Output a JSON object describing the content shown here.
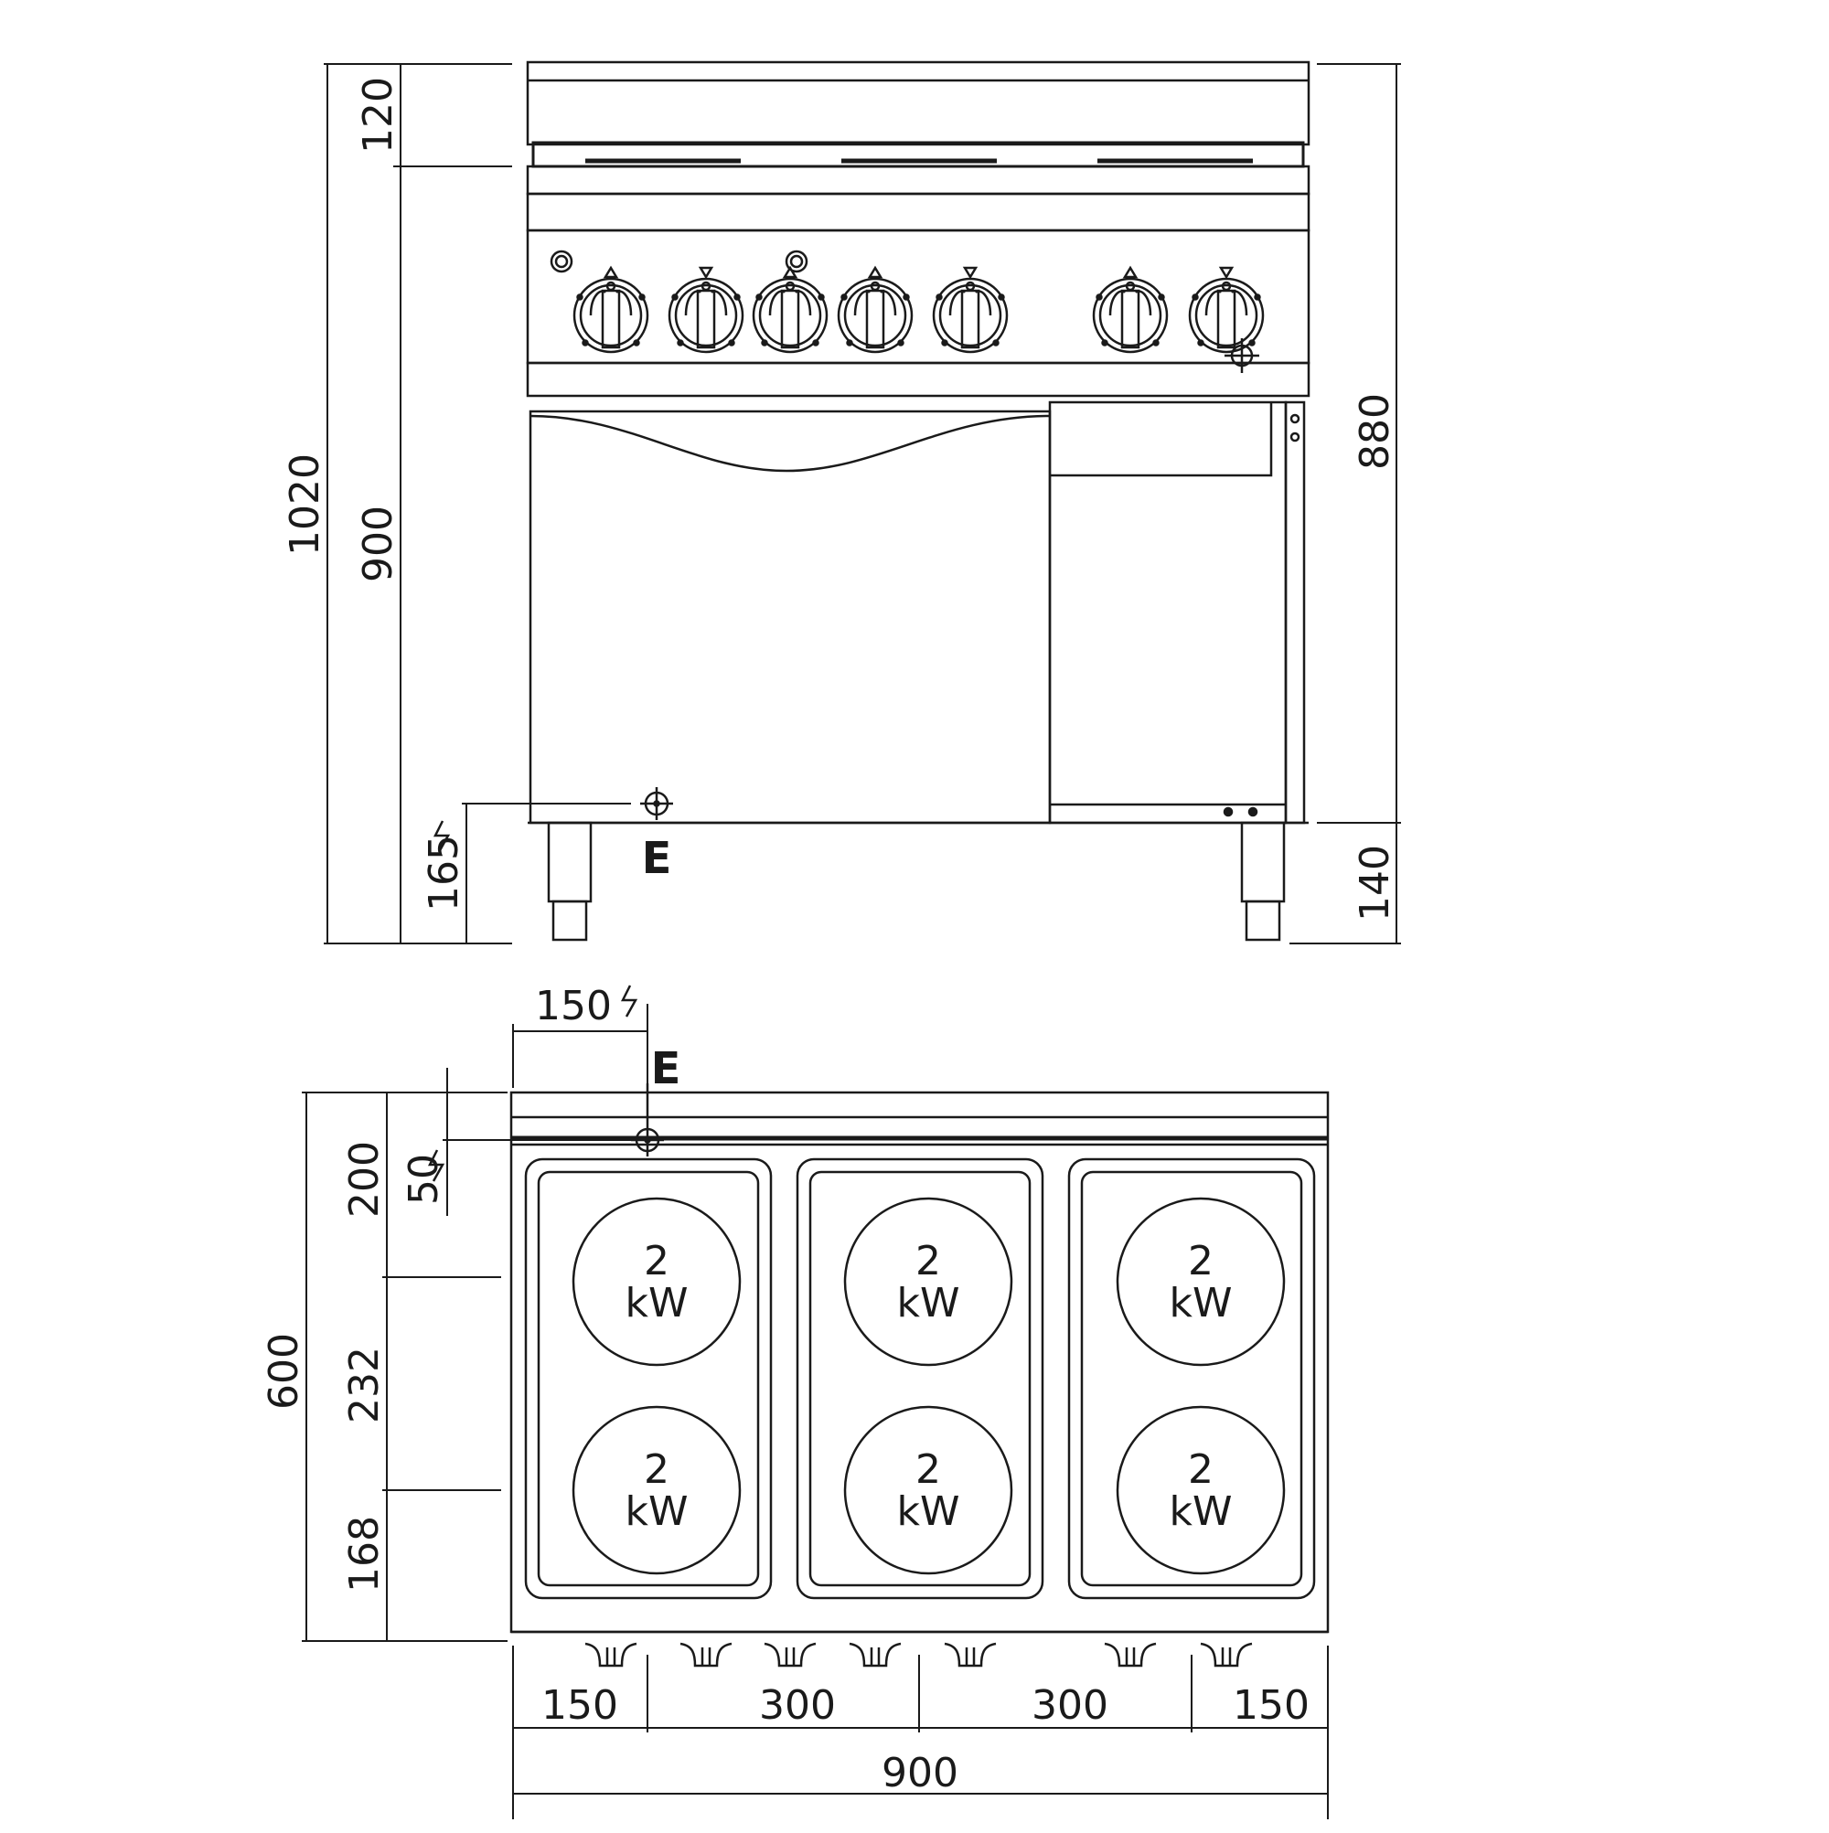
{
  "front_view": {
    "dims": {
      "total_height": "1020",
      "top_rear": "120",
      "body_height": "900",
      "front_height": "880",
      "feet_height": "140",
      "conn_height": "165"
    },
    "connection_label": "E",
    "knob_count": 7
  },
  "top_view": {
    "dims": {
      "conn_x": "150",
      "conn_y": "50",
      "depth_total": "600",
      "depth_rear": "200",
      "depth_mid": "232",
      "depth_front": "168",
      "seg_1": "150",
      "seg_2": "300",
      "seg_3": "300",
      "seg_4": "150",
      "width_total": "900"
    },
    "connection_label": "E",
    "plates": [
      {
        "power": "2",
        "unit": "kW"
      },
      {
        "power": "2",
        "unit": "kW"
      },
      {
        "power": "2",
        "unit": "kW"
      },
      {
        "power": "2",
        "unit": "kW"
      },
      {
        "power": "2",
        "unit": "kW"
      },
      {
        "power": "2",
        "unit": "kW"
      }
    ]
  },
  "colors": {
    "ink": "#1a1a1a",
    "background": "#ffffff"
  },
  "icons": [
    "electrical-connection-icon",
    "lightning-icon"
  ]
}
